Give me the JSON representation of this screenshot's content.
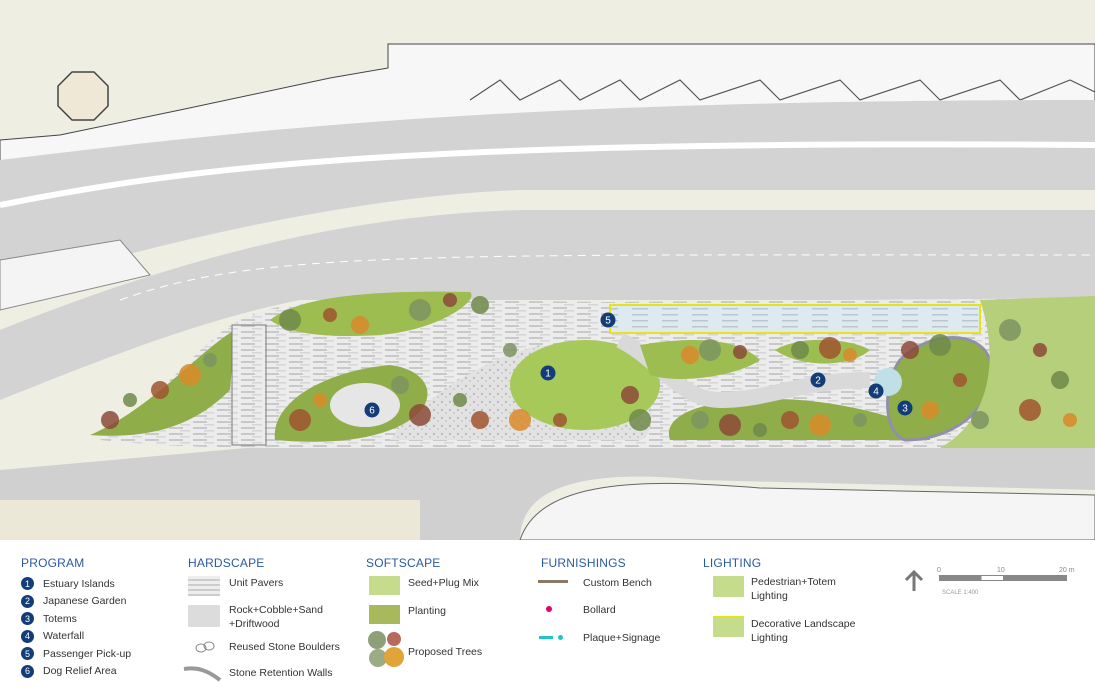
{
  "plan": {
    "markers": [
      {
        "num": "1"
      },
      {
        "num": "2"
      },
      {
        "num": "3"
      },
      {
        "num": "4"
      },
      {
        "num": "5"
      },
      {
        "num": "6"
      }
    ]
  },
  "legend": {
    "program": {
      "title": "PROGRAM",
      "items": [
        {
          "num": "1",
          "label": "Estuary Islands"
        },
        {
          "num": "2",
          "label": "Japanese Garden"
        },
        {
          "num": "3",
          "label": "Totems"
        },
        {
          "num": "4",
          "label": "Waterfall"
        },
        {
          "num": "5",
          "label": "Passenger Pick-up"
        },
        {
          "num": "6",
          "label": "Dog Relief Area"
        }
      ]
    },
    "hardscape": {
      "title": "HARDSCAPE",
      "items": [
        "Unit Pavers",
        "Rock+Cobble+Sand",
        "+Driftwood",
        "Reused Stone Boulders",
        "Stone Retention Walls"
      ]
    },
    "softscape": {
      "title": "SOFTSCAPE",
      "items": [
        "Seed+Plug Mix",
        "Planting",
        "Proposed Trees"
      ]
    },
    "furnishings": {
      "title": "FURNISHINGS",
      "items": [
        "Custom Bench",
        "Bollard",
        "Plaque+Signage"
      ]
    },
    "lighting": {
      "title": "LIGHTING",
      "items": [
        "Pedestrian+Totem",
        "Lighting",
        "Decorative Landscape",
        "Lighting"
      ]
    },
    "scale": {
      "ticks": [
        "0",
        "10",
        "20 m"
      ],
      "label": "SCALE 1:400"
    }
  },
  "colors": {
    "accent": "#2a5aa0",
    "marker": "#123d78",
    "grass": "#a6c95a",
    "planting": "#8fae4a",
    "road": "#cfcfcf",
    "ground": "#efeee2",
    "bollard": "#e5006e",
    "signage": "#21c4c8"
  }
}
